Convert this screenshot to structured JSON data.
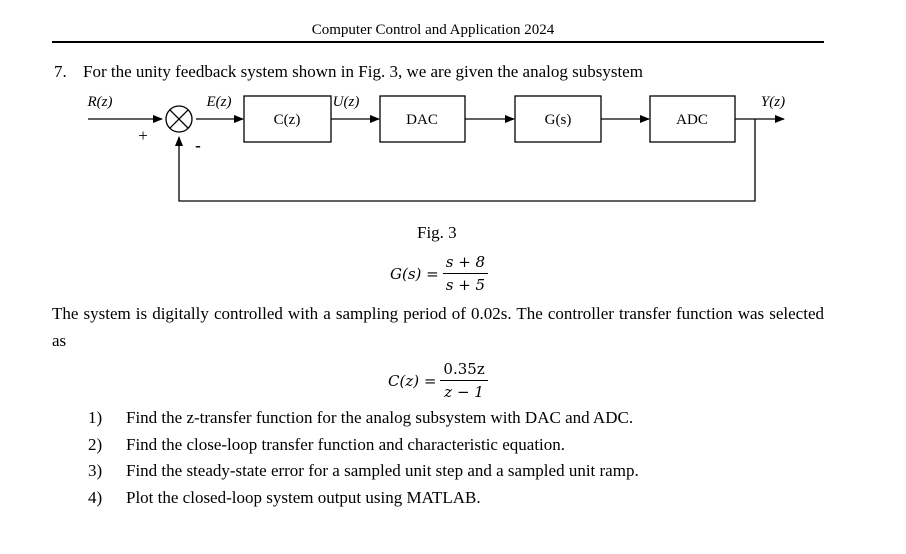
{
  "header": {
    "title": "Computer Control and Application 2024"
  },
  "question": {
    "number": "7.",
    "text": "For the unity feedback system shown in Fig. 3, we are given the analog subsystem"
  },
  "diagram": {
    "input_label": "R(z)",
    "error_label": "E(z)",
    "control_label": "U(z)",
    "output_label": "Y(z)",
    "plus_sign": "+",
    "minus_sign": "-",
    "blocks": [
      "C(z)",
      "DAC",
      "G(s)",
      "ADC"
    ],
    "caption": "Fig. 3"
  },
  "equation_g": {
    "lhs": "G(s) =",
    "numerator": "s + 8",
    "denominator": "s + 5"
  },
  "paragraph": "The system is digitally controlled with a sampling period of 0.02s. The controller transfer function was selected as",
  "equation_c": {
    "lhs": "C(z) =",
    "numerator": "0.35z",
    "denominator": "z − 1"
  },
  "tasks": [
    {
      "num": "1)",
      "text": "Find the z-transfer function for the analog subsystem with DAC and ADC."
    },
    {
      "num": "2)",
      "text": "Find the close-loop transfer function and characteristic equation."
    },
    {
      "num": "3)",
      "text": "Find the steady-state error for a sampled unit step and a sampled unit ramp."
    },
    {
      "num": "4)",
      "text": "Plot the closed-loop system output using MATLAB."
    }
  ]
}
